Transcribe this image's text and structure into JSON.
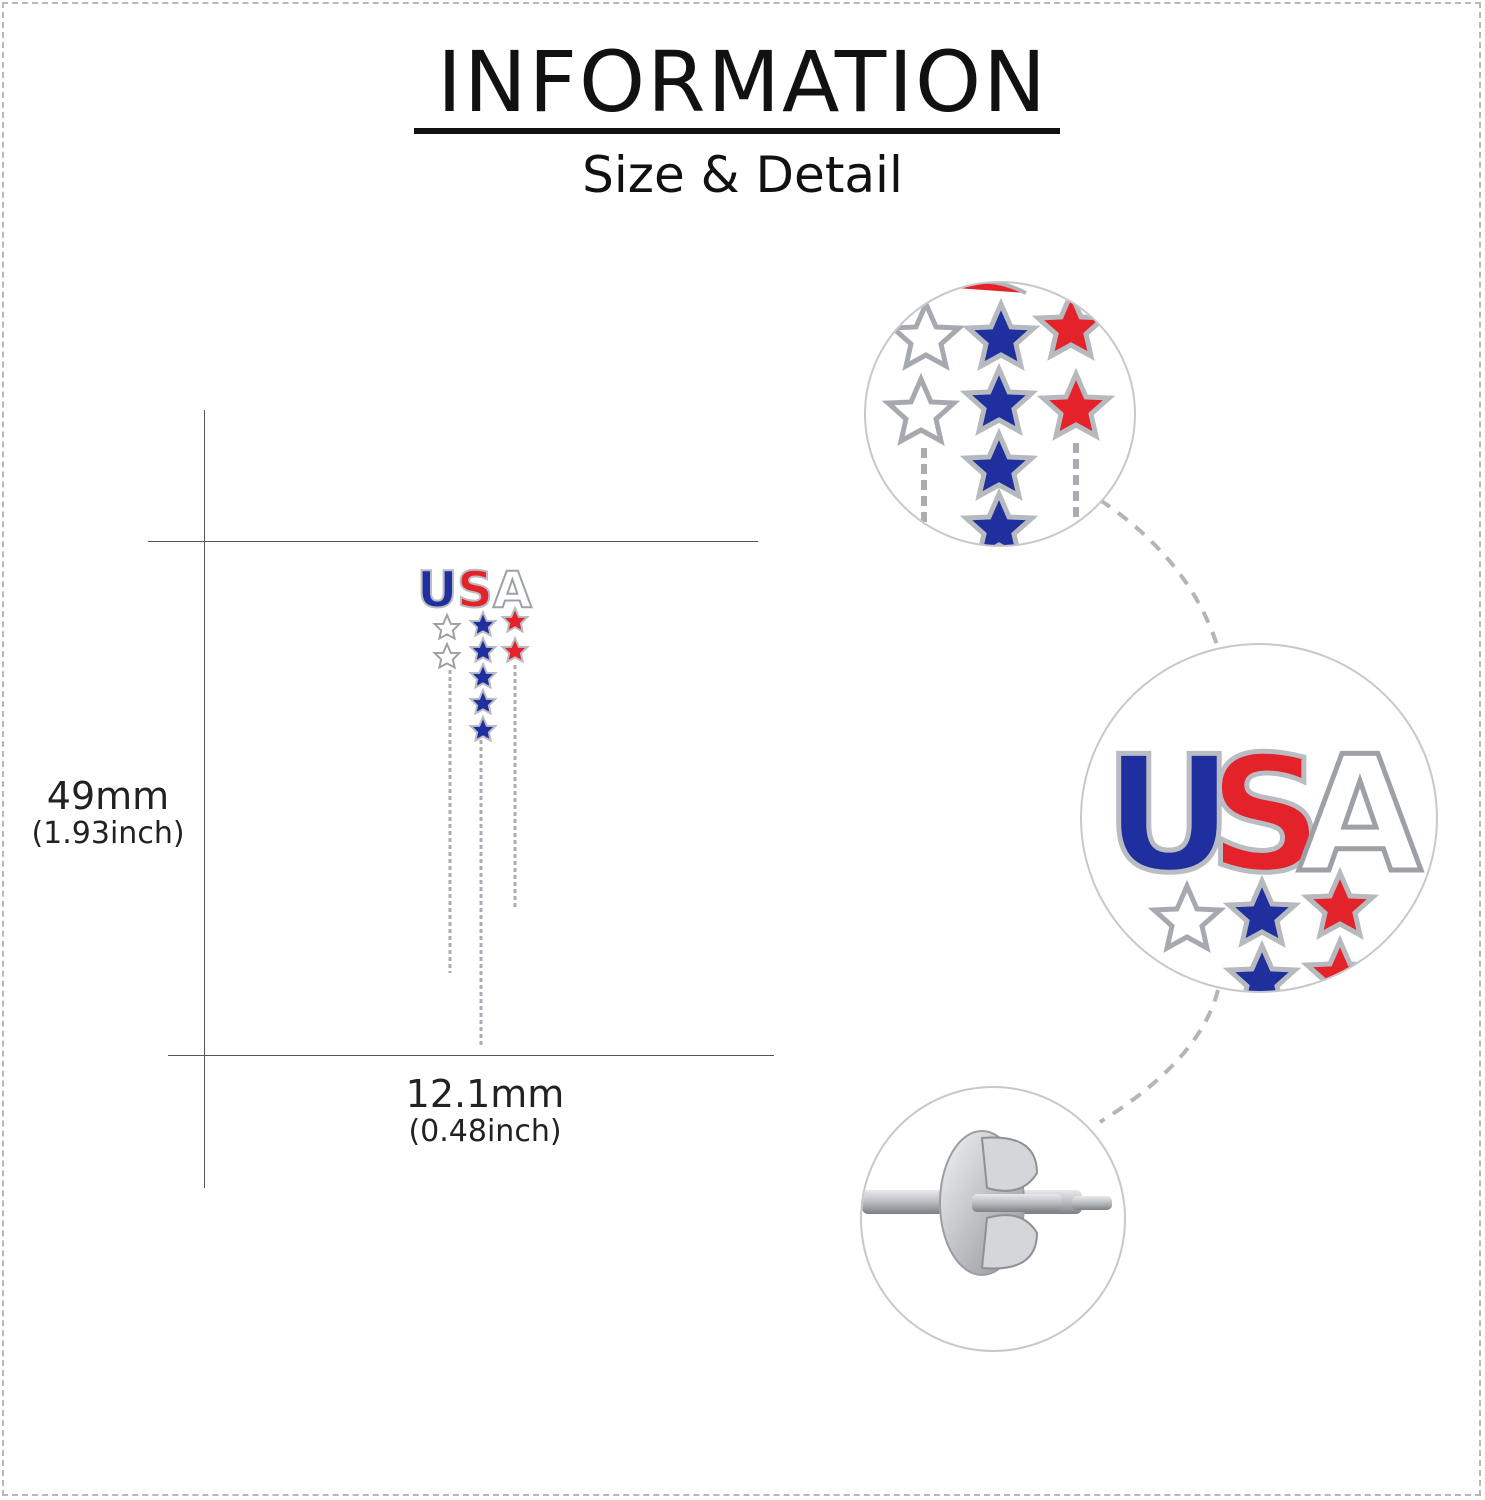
{
  "header": {
    "title": "INFORMATION",
    "subtitle": "Size & Detail"
  },
  "dimensions": {
    "height_mm": "49mm",
    "height_inch": "(1.93inch)",
    "width_mm": "12.1mm",
    "width_inch": "(0.48inch)"
  },
  "product": {
    "letters": [
      "U",
      "S",
      "A"
    ],
    "colors": {
      "blue": "#1f2f9e",
      "red": "#e3222a",
      "white": "#ffffff",
      "silver": "#a9adb3"
    }
  },
  "details": [
    {
      "name": "star-chain-closeup"
    },
    {
      "name": "usa-letters-closeup"
    },
    {
      "name": "ear-post-closeup"
    }
  ]
}
